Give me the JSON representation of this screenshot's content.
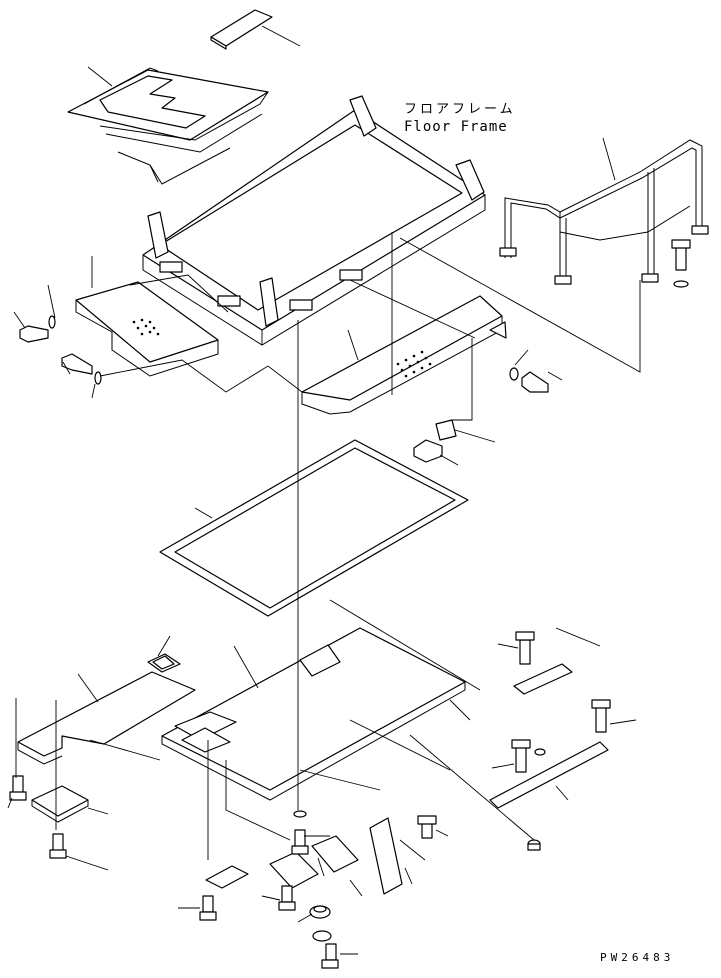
{
  "diagram": {
    "title_jp": "フロアフレーム",
    "title_en": "Floor Frame",
    "drawing_number": "PW26483"
  }
}
